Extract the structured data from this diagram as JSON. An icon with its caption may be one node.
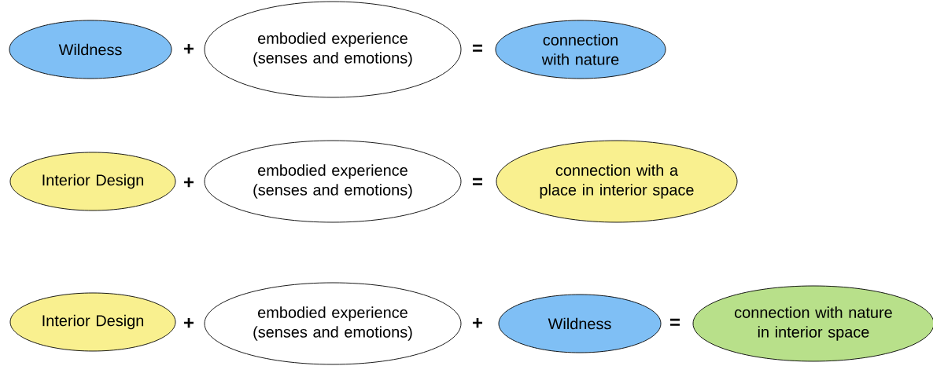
{
  "diagram": {
    "nodes": [
      {
        "text": [
          "Wildness"
        ]
      },
      {
        "text": [
          "embodied experience (senses and emotions)"
        ]
      },
      {
        "text": [
          "connection with nature"
        ]
      },
      {
        "text": [
          "Interior Design"
        ]
      },
      {
        "text": [
          "embodied experience (senses and emotions)"
        ]
      },
      {
        "text": [
          "connection with a place in interior space"
        ]
      },
      {
        "text": [
          "Interior Design"
        ]
      },
      {
        "text": [
          "embodied experience (senses and emotions)"
        ]
      },
      {
        "text": [
          "Wildness"
        ]
      },
      {
        "text": [
          "connection with nature in interior space"
        ]
      }
    ],
    "labels": [
      "+",
      "=",
      "+",
      "=",
      "+",
      "+",
      "="
    ]
  }
}
